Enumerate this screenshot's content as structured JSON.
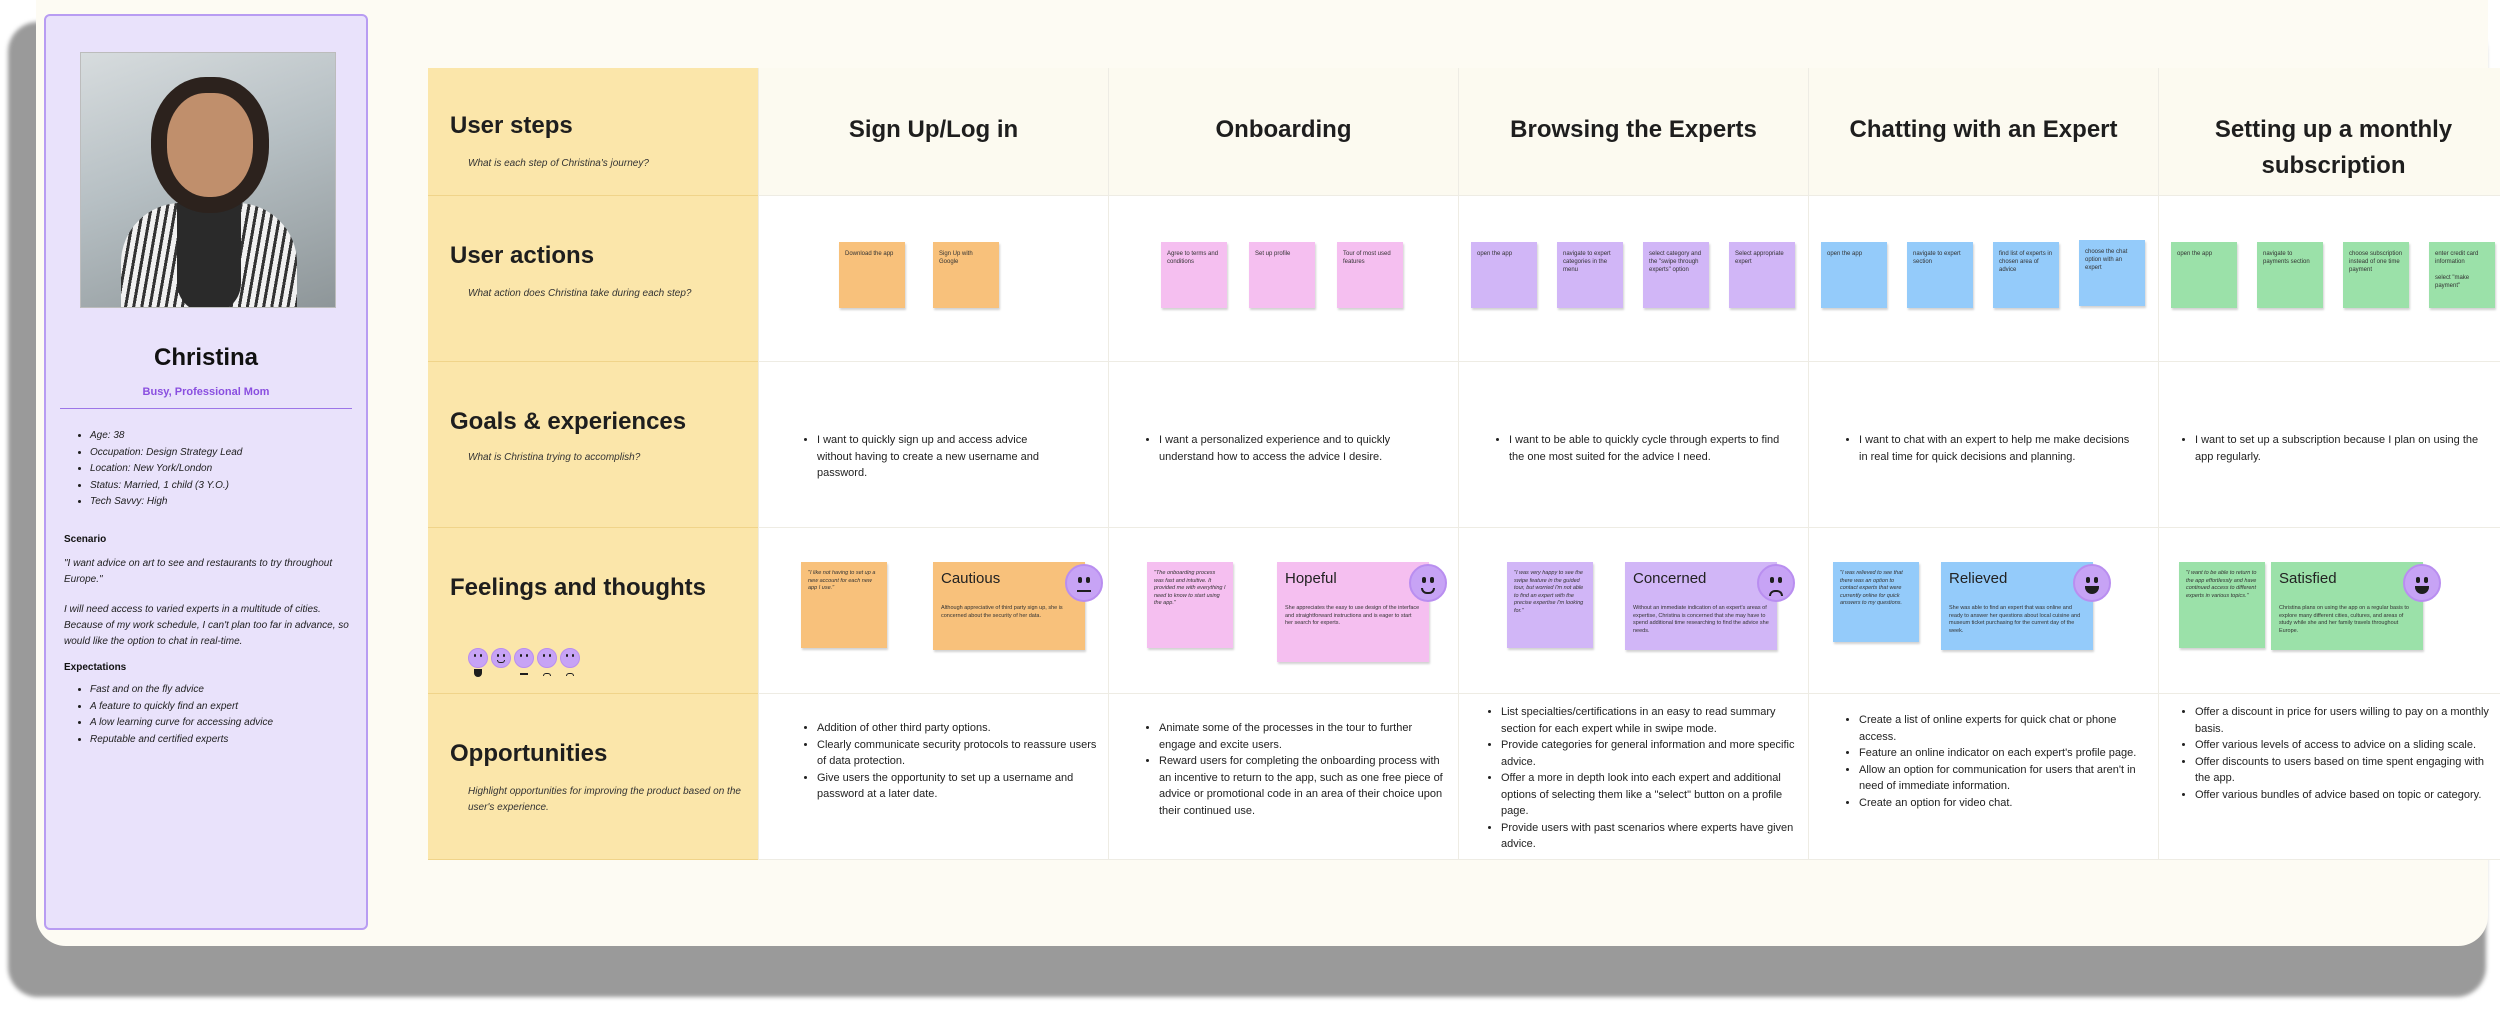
{
  "persona": {
    "name": "Christina",
    "role": "Busy, Professional Mom",
    "facts": [
      "Age: 38",
      "Occupation: Design Strategy Lead",
      "Location: New York/London",
      "Status: Married, 1 child (3 Y.O.)",
      "Tech Savvy: High"
    ],
    "scenario_label": "Scenario",
    "scenario_1": "\"I want advice on art to see and restaurants to try throughout Europe.\"",
    "scenario_2": "I will need access to varied experts in a multitude of cities. Because of my work schedule, I can't plan too far in advance, so would like the option to chat in real-time.",
    "expectations_label": "Expectations",
    "expectations": [
      "Fast and on the fly advice",
      "A feature to quickly find an expert",
      "A low learning curve for accessing advice",
      "Reputable and certified experts"
    ]
  },
  "rows": {
    "steps": {
      "title": "User steps",
      "sub": "What is each step of Christina's journey?"
    },
    "actions": {
      "title": "User actions",
      "sub": "What action does Christina take during each step?"
    },
    "goals": {
      "title": "Goals & experiences",
      "sub": "What is Christina trying to accomplish?"
    },
    "feelings": {
      "title": "Feelings and thoughts"
    },
    "opps": {
      "title": "Opportunities",
      "sub": "Highlight opportunities for improving the product based on the user's experience."
    }
  },
  "stages": [
    {
      "title": "Sign Up/Log in",
      "actions": [
        "Download the app",
        "Sign Up with Google"
      ],
      "goal": "I want to quickly sign up and access advice without having to create a new username and password.",
      "quote": "\"I like not having to set up a new account for each new app I use.\"",
      "feeling": "Cautious",
      "feeling_desc": "Although appreciative of third party sign up, she is concerned about the security of her data.",
      "opportunities": [
        "Addition of other third party options.",
        "Clearly communicate security protocols to reassure users of data protection.",
        "Give users the opportunity to set up a username and password at a later date."
      ]
    },
    {
      "title": "Onboarding",
      "actions": [
        "Agree to terms and conditions",
        "Set up profile",
        "Tour of most used features"
      ],
      "goal": "I want a personalized experience and to quickly understand how to access the advice I desire.",
      "quote": "\"The onboarding process was fast and intuitive. It provided me with everything I need to know to start using the app.\"",
      "feeling": "Hopeful",
      "feeling_desc": "She appreciates the easy to use design of the interface and straightforward instructions and is eager to start her search for experts.",
      "opportunities": [
        "Animate some of the processes in the tour to further engage and excite users.",
        "Reward users for completing the onboarding process with an incentive to return to the app, such as one free piece of advice or promotional code in an area of their choice upon their continued use."
      ]
    },
    {
      "title": "Browsing the Experts",
      "actions": [
        "open the app",
        "navigate to expert categories in the menu",
        "select category and the \"swipe through experts\" option",
        "Select appropriate expert"
      ],
      "goal": "I want to be able to quickly cycle through experts to find the one most suited for the advice I need.",
      "quote": "\"I was very happy to see the swipe feature in the guided tour, but worried I'm not able to find an expert with the precise expertise I'm looking for.\"",
      "feeling": "Concerned",
      "feeling_desc": "Without an immediate indication of an expert's areas of expertise, Christina is concerned that she may have to spend additional time researching to find the advice she needs.",
      "opportunities": [
        "List specialties/certifications in an easy to read summary section for each expert while in swipe mode.",
        "Provide categories for general information and more specific advice.",
        "Offer a more in depth look into each expert and additional options of selecting them like a \"select\" button on a profile page.",
        "Provide users with past scenarios where experts have given advice."
      ]
    },
    {
      "title": "Chatting with an Expert",
      "actions": [
        "open the app",
        "navigate to expert section",
        "find list of experts in chosen area of advice",
        "choose the chat option with an expert"
      ],
      "goal": "I want to chat with an expert to help me make decisions in real time for quick decisions and planning.",
      "quote": "\"I was relieved to see that there was an option to contact experts that were currently online for quick answers to my questions.",
      "feeling": "Relieved",
      "feeling_desc": "She was able to find an expert that was online and ready to answer her questions about local cuisine and museum ticket purchasing for the current day of the week.",
      "opportunities": [
        "Create a list of online experts for quick chat or phone access.",
        "Feature an online indicator on each expert's profile page.",
        "Allow an option for communication for users that aren't in need of immediate information.",
        "Create an option for video chat."
      ]
    },
    {
      "title": "Setting up a monthly subscription",
      "actions": [
        "open the app",
        "navigate to payments section",
        "choose subscription instead of one time payment",
        "enter credit card information\n\nselect \"make payment\""
      ],
      "goal": "I want to set up a subscription because I plan on using the app regularly.",
      "quote": "\"I want to be able to return to the app effortlessly and have continued access to different experts in various topics.\"",
      "feeling": "Satisfied",
      "feeling_desc": "Christina plans on using the app on a regular basis to explore many different cities, cultures, and areas of study while she and her family travels throughout Europe.",
      "opportunities": [
        "Offer a discount in price for users willing to pay on a monthly basis.",
        "Offer various levels of access to advice on a sliding scale.",
        "Offer discounts to users based on time spent engaging with the app.",
        "Offer various bundles of advice based on topic or category."
      ]
    }
  ],
  "colors": {
    "header_row": "#fbe6aa",
    "persona_bg": "#e9e2fb",
    "accent": "#8a4fe0",
    "stage_colors": [
      "#f8c17b",
      "#f5bff0",
      "#d1b6f7",
      "#94cbfa",
      "#9be1a9"
    ]
  },
  "feeling_icons": [
    "neutral-face-icon",
    "smiling-face-icon",
    "relieved-face-icon",
    "worried-face-icon",
    "grinning-face-icon"
  ]
}
